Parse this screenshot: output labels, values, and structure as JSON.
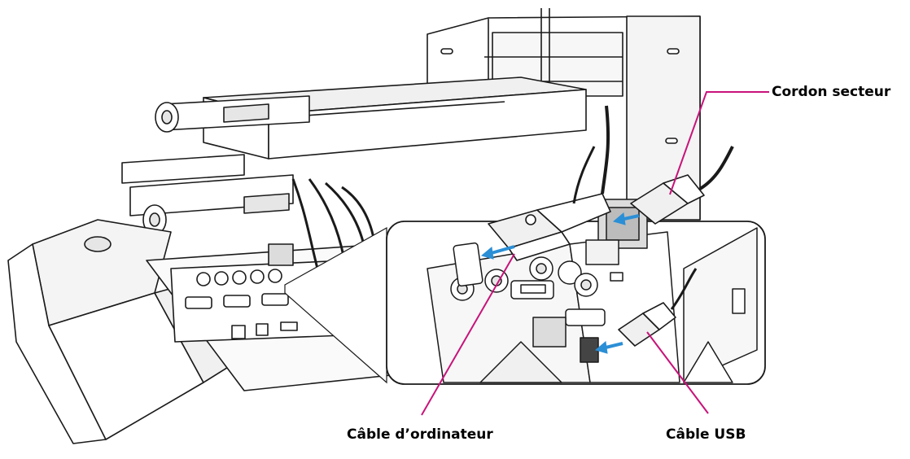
{
  "labels": {
    "power_cord": "Cordon secteur",
    "computer_cable": "Câble d’ordinateur",
    "usb_cable": "Câble USB"
  },
  "colors": {
    "leader_line": "#c8137a",
    "outline": "#1a1a1a",
    "fill": "#ffffff",
    "shade": "#e6e6e6",
    "arrow": "#2b8fd6"
  }
}
